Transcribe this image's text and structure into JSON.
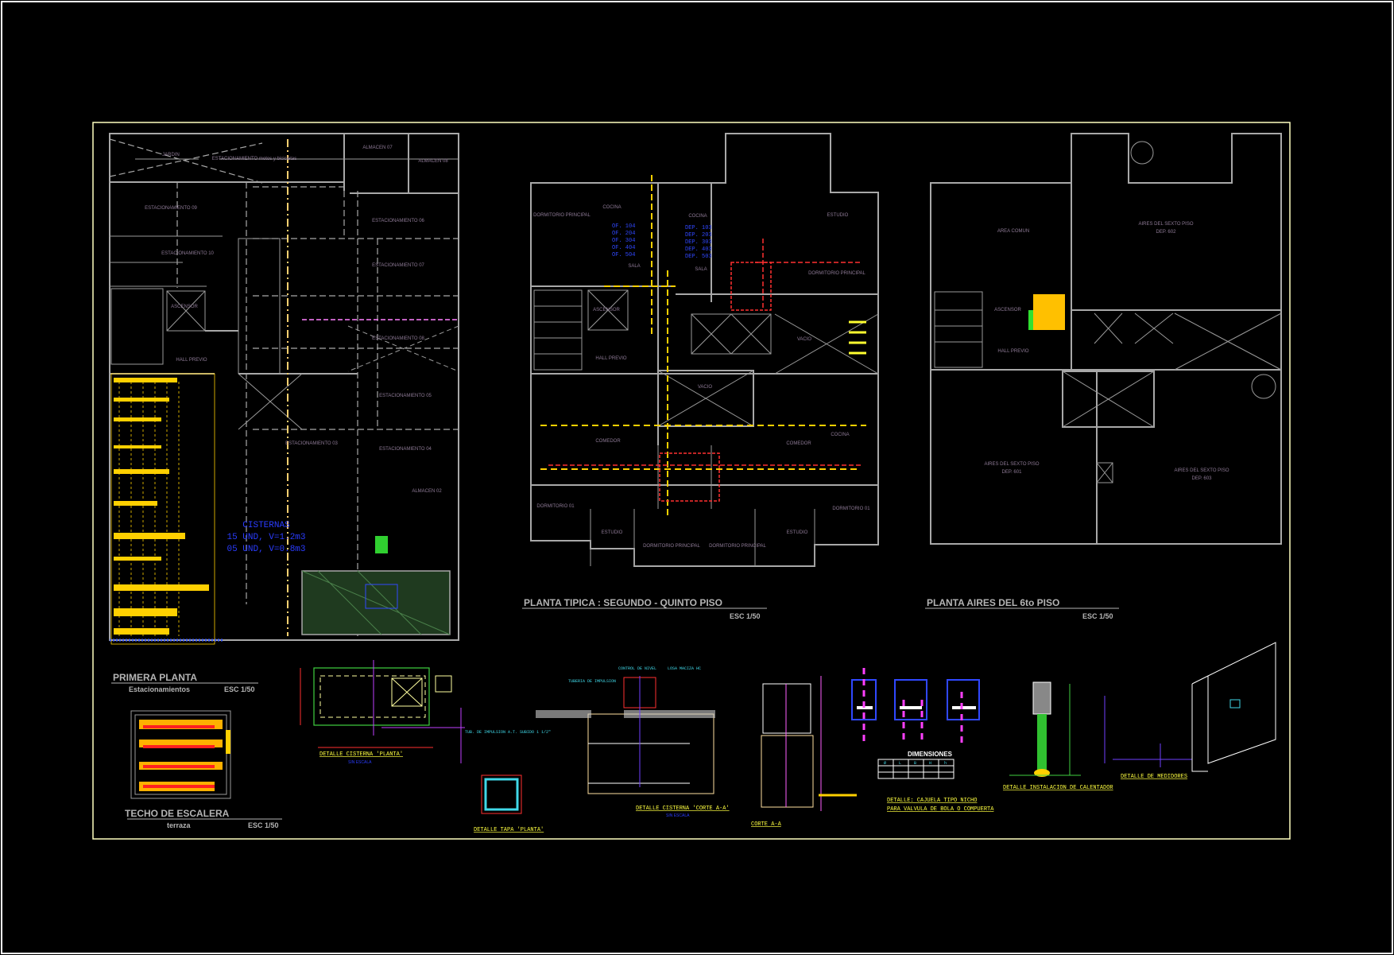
{
  "colors": {
    "background": "#000000",
    "walls": "#a8a8a8",
    "water_cold": "#2a3cff",
    "water_hot": "#ff3030",
    "drain": "#ffd000",
    "gas_line": "#ff60ff",
    "frame": "#ffffc0"
  },
  "sheets": {
    "primera_planta": {
      "title": "PRIMERA PLANTA",
      "subtitle": "Estacionamientos",
      "scale": "ESC 1/50",
      "rooms": [
        "JARDIN",
        "ESTACIONAMIENTO motos y bicicletas",
        "ALMACEN 07",
        "ALMACEN 08",
        "ESTACIONAMIENTO 09",
        "ESTACIONAMIENTO 10",
        "ESTACIONAMIENTO 06",
        "ESTACIONAMIENTO 07",
        "ESTACIONAMIENTO 08",
        "ASCENSOR",
        "HALL PREVIO",
        "ESTACIONAMIENTO 05",
        "ESTACIONAMIENTO 04",
        "ESTACIONAMIENTO 03",
        "ALMACEN 02"
      ],
      "cisternas": [
        "CISTERNAS",
        "15 UND, V=1.2m3",
        "05 UND, V=0.8m3"
      ]
    },
    "techo_escalera": {
      "title": "TECHO DE ESCALERA",
      "subtitle": "terraza",
      "scale": "ESC 1/50"
    },
    "planta_tipica": {
      "title": "PLANTA TIPICA : SEGUNDO - QUINTO PISO",
      "scale": "ESC 1/50",
      "rooms": [
        "DORMITORIO PRINCIPAL",
        "COCINA",
        "SALA",
        "COCINA",
        "SALA",
        "ESTUDIO",
        "DORMITORIO PRINCIPAL",
        "ASCENSOR",
        "HALL PREVIO",
        "VACIO",
        "VACIO",
        "DORMITORIO 01",
        "DORMITORIO PRINCIPAL",
        "DORMITORIO PRINCIPAL",
        "ESTUDIO",
        "ESTUDIO",
        "DORMITORIO 01",
        "COMEDOR",
        "COMEDOR",
        "COCINA"
      ],
      "units_left": [
        "OF. 104",
        "OF. 204",
        "OF. 304",
        "OF. 404",
        "OF. 504"
      ],
      "units_right": [
        "DEP. 103",
        "DEP. 203",
        "DEP. 303",
        "DEP. 403",
        "DEP. 503"
      ]
    },
    "planta_aires": {
      "title": "PLANTA AIRES DEL 6to PISO",
      "scale": "ESC 1/50",
      "rooms": [
        "AREA COMUN",
        "AIRES DEL SEXTO PISO",
        "DEP. 602",
        "ASCENSOR",
        "HALL PREVIO",
        "AIRES DEL SEXTO PISO",
        "DEP. 601",
        "AIRES DEL SEXTO PISO",
        "DEP. 603"
      ]
    }
  },
  "details": {
    "cisterna_planta": "DETALLE CISTERNA 'PLANTA'",
    "sin_escala": "SIN ESCALA",
    "tub_impulsion": "TUB. DE IMPULSION A.T. SUBIDO 1 1/2\"",
    "control_nivel": "CONTROL DE NIVEL",
    "losa": "LOSA MACIZA HC",
    "tuberia_impulsion": "TUBERIA DE IMPULSION",
    "corte": "CORTE A-A",
    "dimensiones": "DIMENSIONES",
    "dim_headers": [
      "Ø",
      "L",
      "B",
      "H",
      "h"
    ],
    "cajuela_1": "DETALLE: CAJUELA TIPO NICHO",
    "cajuela_2": "PARA VALVULA DE BOLA O COMPUERTA",
    "calentador": "DETALLE INSTALACION DE CALENTADOR",
    "medidores": "DETALLE DE MEDIDORES",
    "cisterna_corte": "DETALLE CISTERNA 'CORTE A-A'",
    "tapa": "DETALLE TAPA 'PLANTA'"
  }
}
